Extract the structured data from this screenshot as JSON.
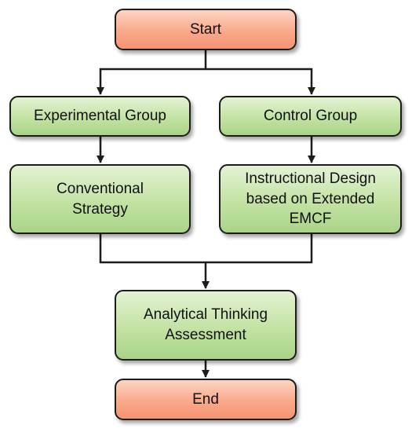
{
  "diagram": {
    "start": "Start",
    "experimental_group": "Experimental Group",
    "control_group": "Control Group",
    "conventional_strategy": "Conventional Strategy",
    "instructional_design": "Instructional Design based on Extended EMCF",
    "analytical_assessment": "Analytical Thinking Assessment",
    "end": "End"
  },
  "colors": {
    "terminal_fill": "#f9a98a",
    "process_fill": "#c3e2a3",
    "line": "#1c1c1c"
  }
}
